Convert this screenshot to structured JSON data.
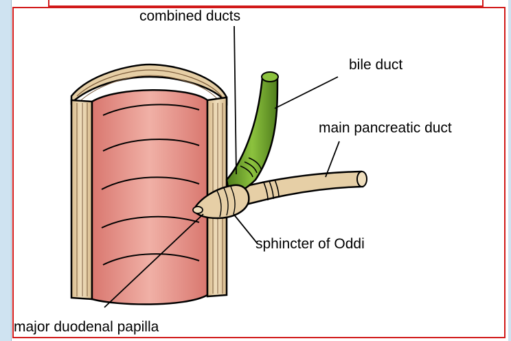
{
  "labels": {
    "combined_ducts": "combined ducts",
    "bile_duct": "bile duct",
    "main_pancreatic_duct": "main pancreatic duct",
    "sphincter_of_oddi": "sphincter of Oddi",
    "major_duodenal_papilla": "major duodenal papilla"
  },
  "colors": {
    "frame_border": "#d11919",
    "side_bar": "#cfe3f1",
    "duodenum_lumen": "#e39a90",
    "duodenum_wall": "#e6cfa6",
    "bile_duct": "#6a9a2a",
    "pancreatic_duct": "#e6cfa6"
  }
}
